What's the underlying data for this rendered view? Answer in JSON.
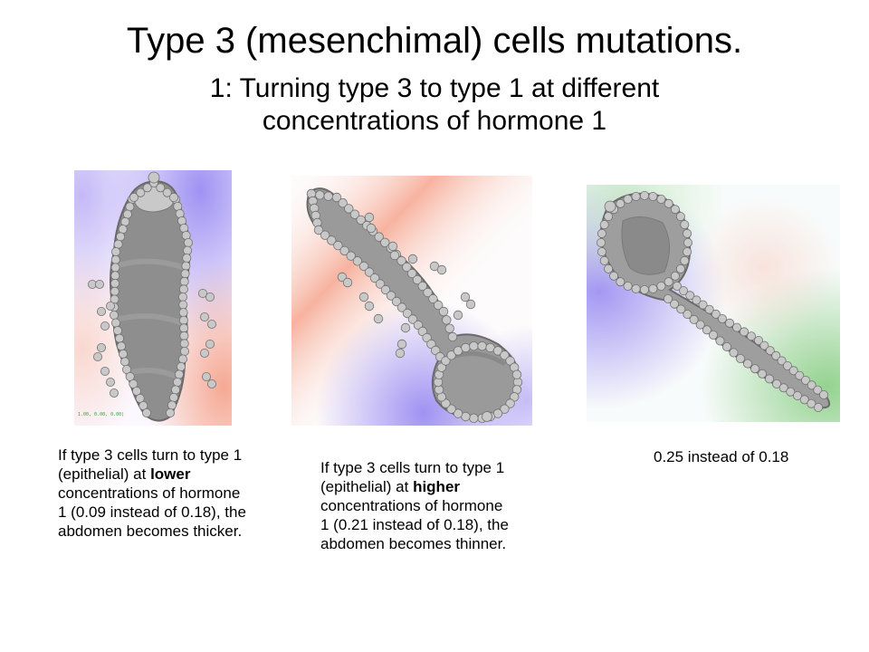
{
  "slide": {
    "title": "Type 3 (mesenchimal) cells mutations.",
    "subtitle_line1": "1: Turning type 3 to type 1 at different",
    "subtitle_line2": "concentrations of hormone 1"
  },
  "panels": [
    {
      "overlay_text": "1.00, 0.00, 0.00)",
      "caption": {
        "pre": "If type 3 cells turn to type 1 (epithelial) at ",
        "bold": "lower",
        "post": " concentrations of hormone 1 (0.09 instead of 0.18), the abdomen becomes thicker."
      }
    },
    {
      "caption": {
        "pre": "If type 3 cells turn to type 1 (epithelial) at ",
        "bold": "higher",
        "post": " concentrations of hormone 1 (0.21 instead of 0.18), the abdomen becomes thinner."
      }
    },
    {
      "caption": {
        "pre": "0.25 instead of 0.18"
      }
    }
  ],
  "colors": {
    "purple_glow": "#9b8cf2",
    "red_glow": "#f59a80",
    "green_glow": "#8fd08a",
    "cell_fill": "#c8c8c8",
    "cell_stroke": "#707070"
  }
}
